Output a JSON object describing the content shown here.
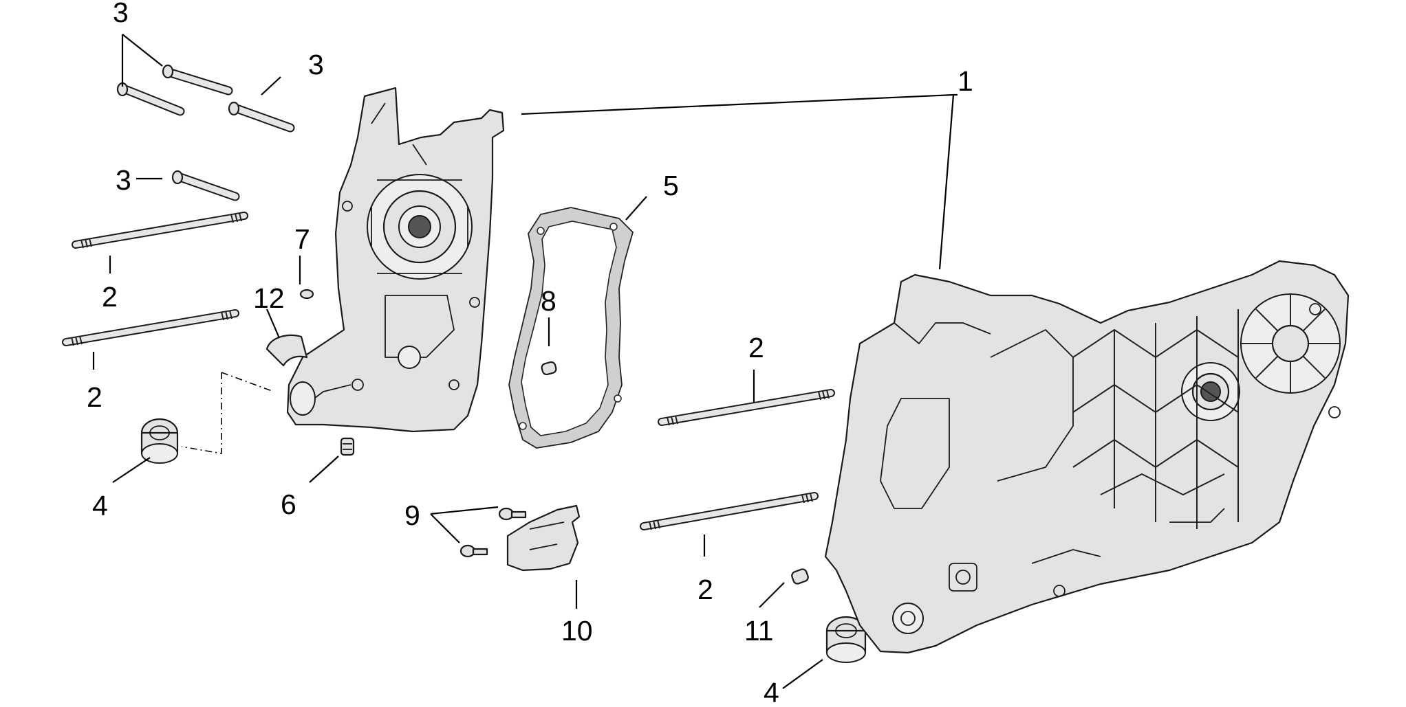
{
  "diagram": {
    "callouts": {
      "c1": "1",
      "c2a": "2",
      "c2b": "2",
      "c2c": "2",
      "c2d": "2",
      "c3a": "3",
      "c3b": "3",
      "c3c": "3",
      "c4a": "4",
      "c4b": "4",
      "c5": "5",
      "c6": "6",
      "c7": "7",
      "c8": "8",
      "c9": "9",
      "c10": "10",
      "c11": "11",
      "c12": "12"
    }
  }
}
